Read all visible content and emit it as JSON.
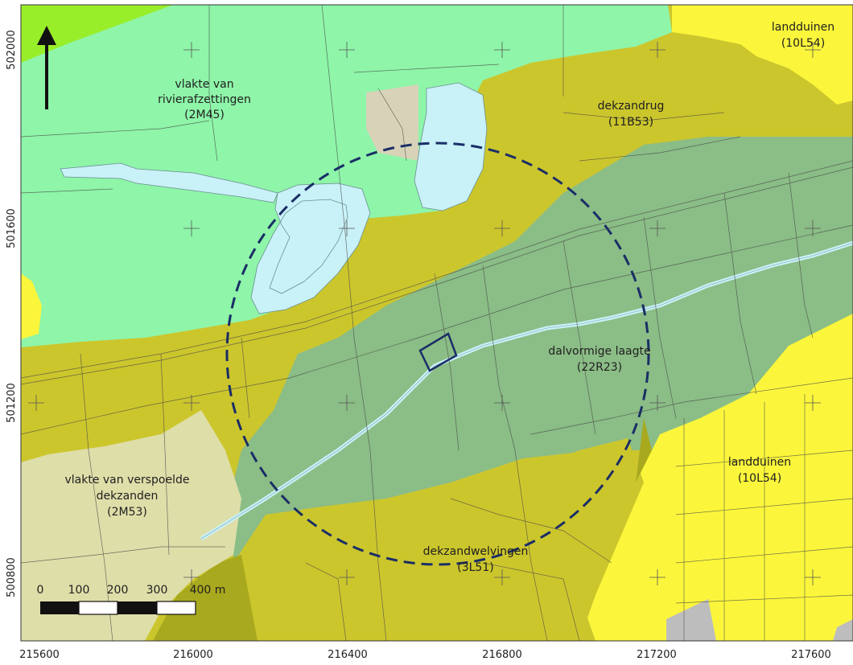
{
  "colors": {
    "rivier": "#8ef5a9",
    "dekzandrug": "#ccc62d",
    "laagte": "#8bbd86",
    "landduinen": "#fbf63b",
    "verspoeld": "#dedea9",
    "olive_dark": "#a9a91f",
    "water": "#c9f1f8",
    "circle": "#1a2e66",
    "lines": "#454545"
  },
  "labels": {
    "vlakte_rivier": [
      "vlakte van",
      "rivierafzettingen",
      "(2M45)"
    ],
    "dekzandrug": [
      "dekzandrug",
      "(11B53)"
    ],
    "landduinen_top": [
      "landduinen",
      "(10L54)"
    ],
    "laagte": [
      "dalvormige laagte",
      "(22R23)"
    ],
    "landduinen_right": [
      "landduinen",
      "(10L54)"
    ],
    "verspoeld": [
      "vlakte van verspoelde",
      "dekzanden",
      "(2M53)"
    ],
    "dekzandwelvingen": [
      "dekzandwelvingen",
      "(3L51)"
    ]
  },
  "x_ticks": [
    "215600",
    "216000",
    "216400",
    "216800",
    "217200",
    "217600"
  ],
  "y_ticks": [
    "502000",
    "501600",
    "501200",
    "500800"
  ],
  "scalebar": {
    "labels": [
      "0",
      "100",
      "200",
      "300",
      "400 m"
    ]
  },
  "icons": {
    "north_arrow": "north-arrow-icon"
  }
}
